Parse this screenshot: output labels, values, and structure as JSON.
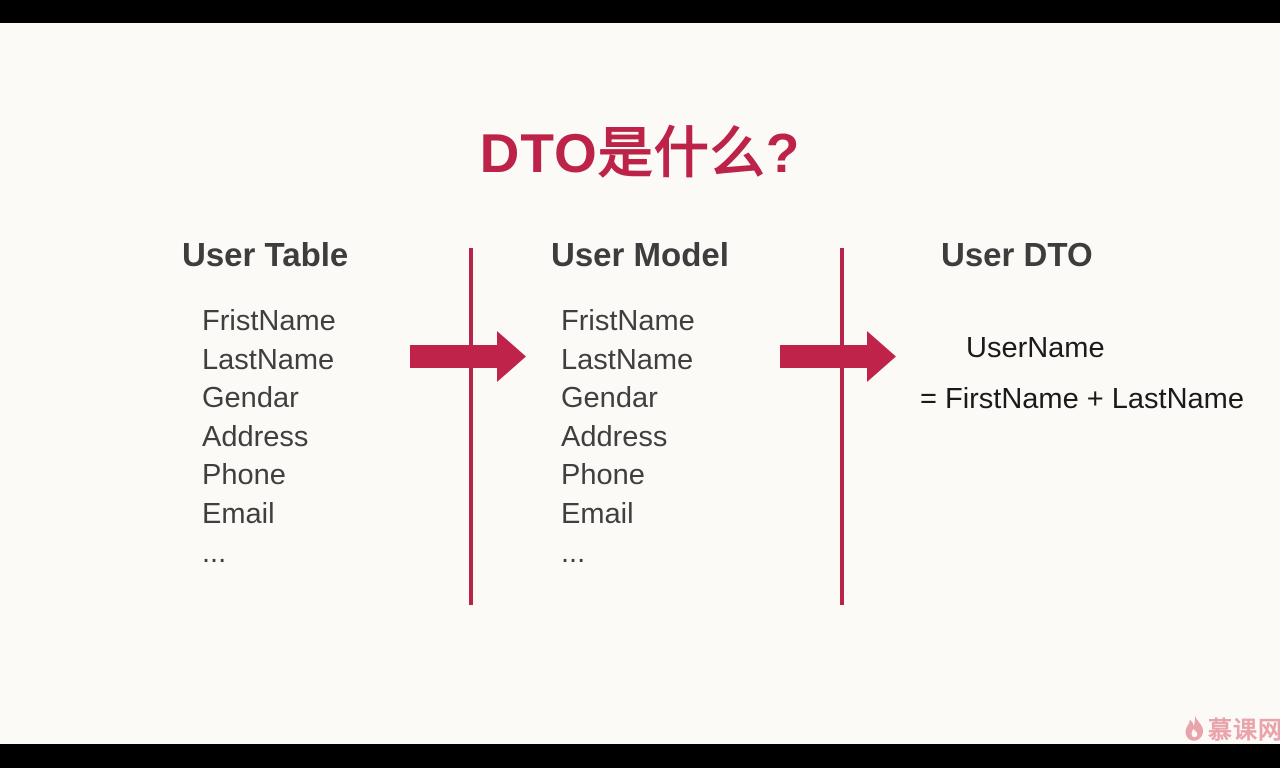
{
  "title": "DTO是什么?",
  "columns": [
    {
      "header": "User Table",
      "fields": [
        "FristName",
        "LastName",
        "Gendar",
        "Address",
        "Phone",
        "Email",
        "..."
      ]
    },
    {
      "header": "User Model",
      "fields": [
        "FristName",
        "LastName",
        "Gendar",
        "Address",
        "Phone",
        "Email",
        "..."
      ]
    },
    {
      "header": "User DTO",
      "dto_name": "UserName",
      "dto_formula": "= FirstName + LastName"
    }
  ],
  "icons": {
    "arrow": "arrow-right-icon",
    "watermark_flame": "flame-icon"
  },
  "watermark": {
    "brand": "慕课网"
  },
  "colors": {
    "accent_red": "#bd2348",
    "heading_gray": "#3d3d3d",
    "list_gray": "#3f3f3f",
    "formula_black": "#1a1a1a",
    "watermark_pink": "#e9a3ab",
    "slide_background": "#fcfaf7",
    "letterbox": "#000000"
  }
}
